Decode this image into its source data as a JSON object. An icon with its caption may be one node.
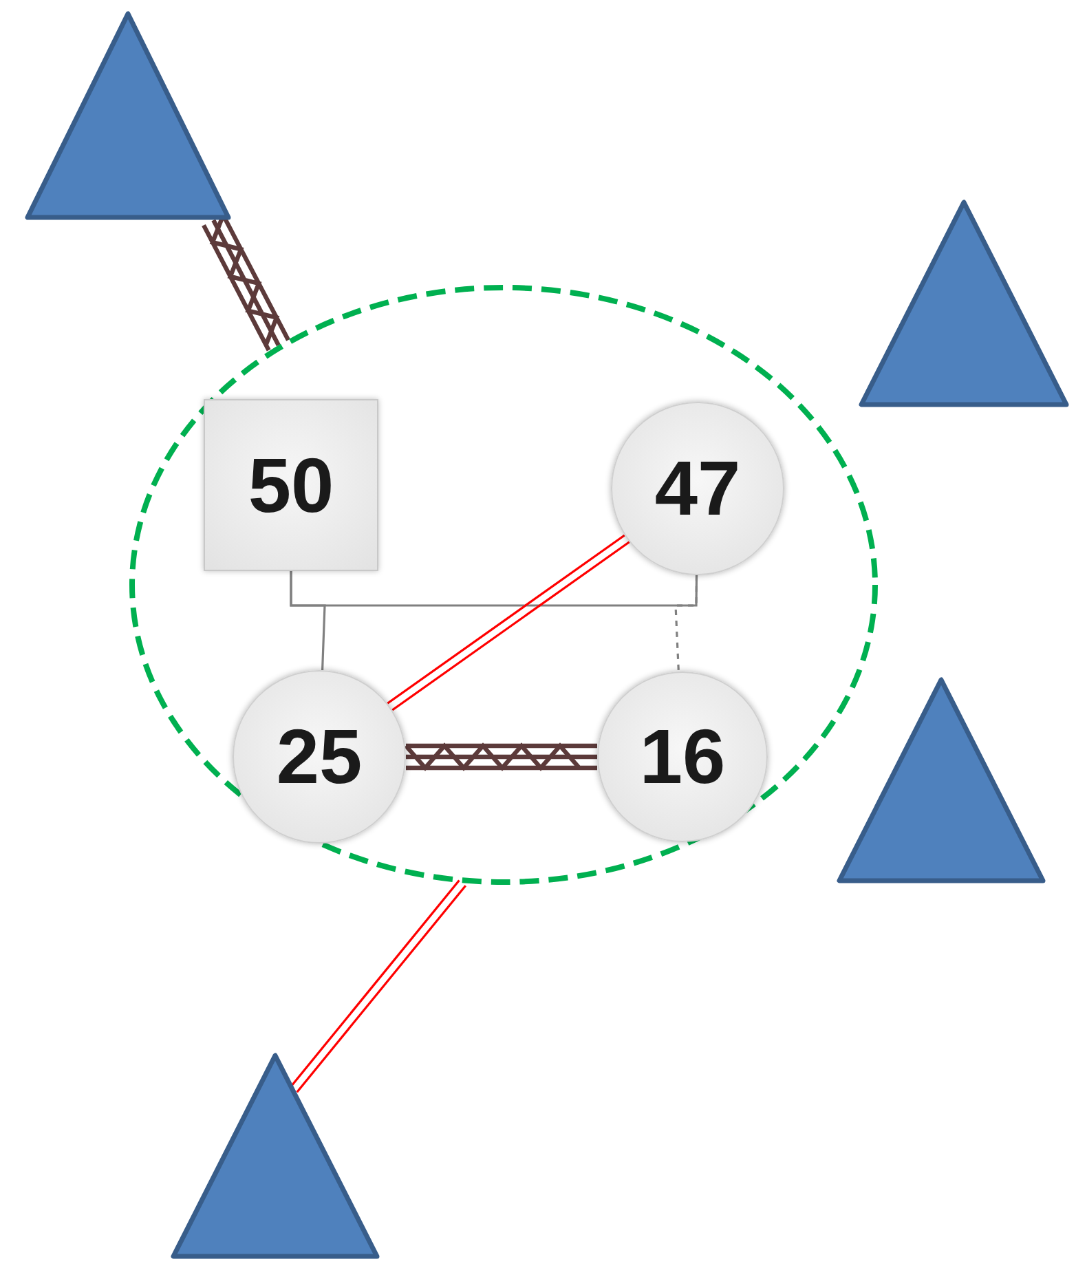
{
  "diagram": {
    "nodes": [
      {
        "text": [],
        "shape": "triangle"
      },
      {
        "text": [],
        "shape": "triangle"
      },
      {
        "text": [],
        "shape": "ellipse"
      },
      {
        "text": [
          "50"
        ],
        "in": 2
      },
      {
        "text": [
          "47"
        ],
        "in": 2
      },
      {
        "text": [
          "25"
        ],
        "in": 2
      },
      {
        "text": [
          "16"
        ],
        "in": 2
      },
      {
        "text": [],
        "shape": "triangle"
      },
      {
        "text": [],
        "shape": "triangle"
      }
    ],
    "edges": [
      {
        "from": 0,
        "to": 2,
        "arrow": "none",
        "style": "thick",
        "color": "#5c3a3a"
      },
      {
        "from": 3,
        "to": 4,
        "arrow": "none"
      },
      {
        "from": 3,
        "to": 5,
        "arrow": "none"
      },
      {
        "from": 4,
        "to": 6,
        "arrow": "none",
        "style": "dashed"
      },
      {
        "from": 4,
        "to": 5,
        "arrow": "none",
        "color": "#ff0000"
      },
      {
        "from": 5,
        "to": 6,
        "arrow": "none",
        "style": "thick",
        "color": "#5c3a3a"
      },
      {
        "from": 8,
        "to": 2,
        "arrow": "none",
        "color": "#ff0000"
      }
    ]
  }
}
